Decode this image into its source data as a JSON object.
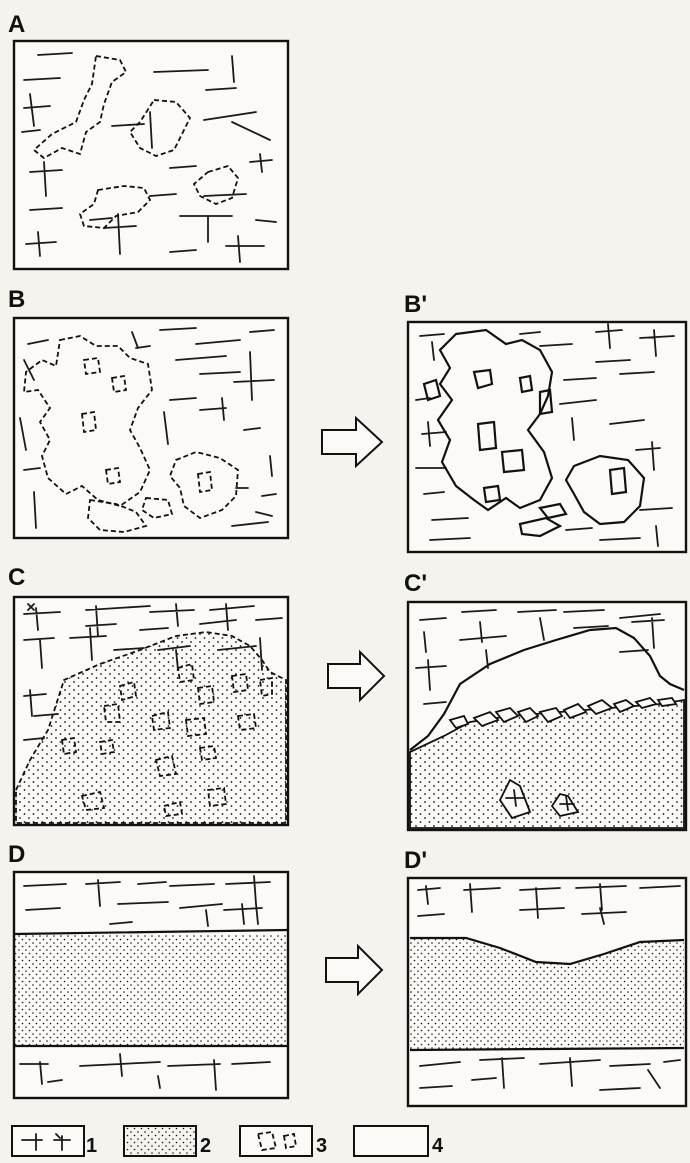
{
  "panels": [
    {
      "id": "A",
      "label": "A"
    },
    {
      "id": "B",
      "label": "B"
    },
    {
      "id": "B2",
      "label": "B'"
    },
    {
      "id": "C",
      "label": "C"
    },
    {
      "id": "C2",
      "label": "C'"
    },
    {
      "id": "D",
      "label": "D"
    },
    {
      "id": "D2",
      "label": "D'"
    }
  ],
  "legend": [
    {
      "number": "1",
      "icon": "fracture-symbol-icon"
    },
    {
      "number": "2",
      "icon": "stipple-pattern-icon"
    },
    {
      "number": "3",
      "icon": "dashed-clast-icon"
    },
    {
      "number": "4",
      "icon": "blank-box-icon"
    }
  ],
  "colors": {
    "ink": "#111111",
    "paper": "#f4f3ee"
  }
}
